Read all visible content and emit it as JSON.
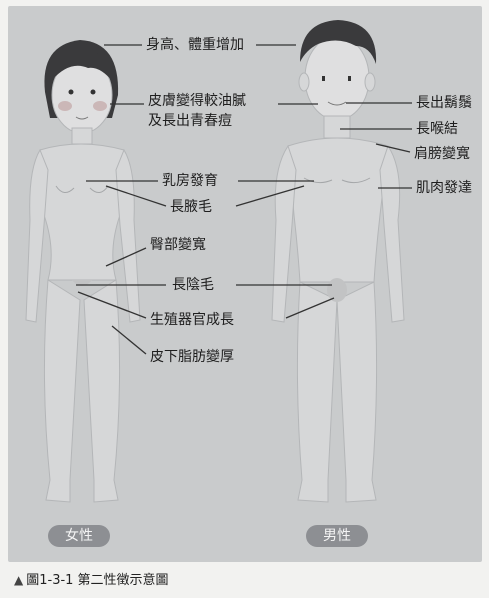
{
  "labels": {
    "height_weight": "身高、體重增加",
    "skin_oily": "皮膚變得較油膩",
    "acne": "及長出青春痘",
    "beard": "長出鬍鬚",
    "adams_apple": "長喉結",
    "shoulders": "肩膀變寬",
    "breasts": "乳房發育",
    "armpit_hair": "長腋毛",
    "muscles": "肌肉發達",
    "hips": "臀部變寬",
    "pubic_hair": "長陰毛",
    "genitals": "生殖器官成長",
    "subcutaneous_fat": "皮下脂肪變厚"
  },
  "figures": {
    "female_label": "女性",
    "male_label": "男性"
  },
  "caption": {
    "text": "圖1-3-1 第二性徵示意圖"
  }
}
